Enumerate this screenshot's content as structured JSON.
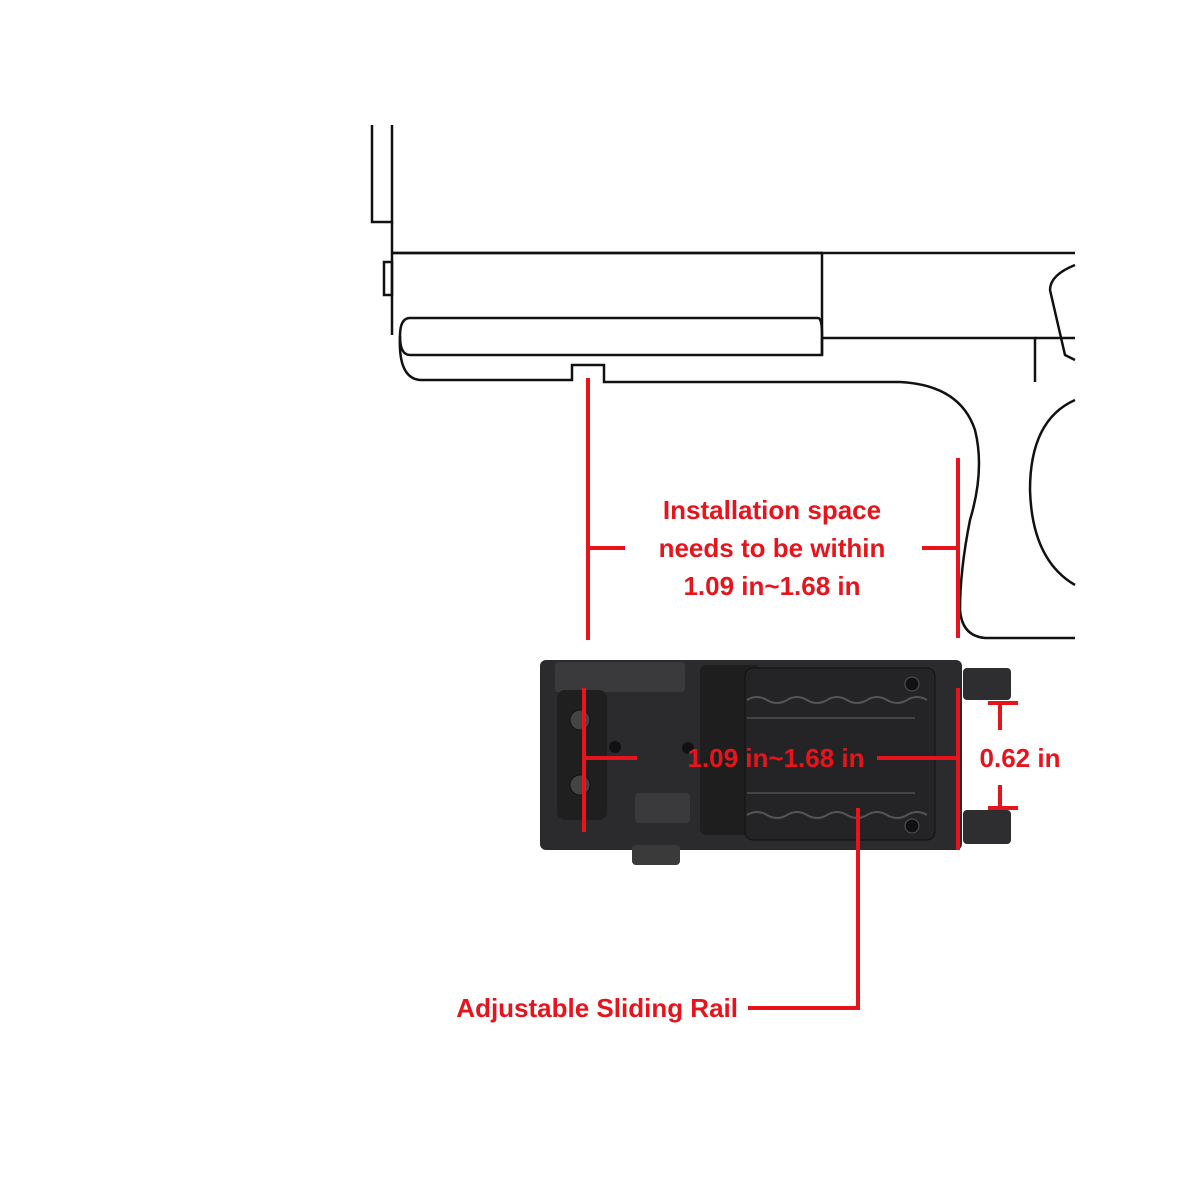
{
  "annotations": {
    "installation_line1": "Installation space",
    "installation_line2": "needs to be within",
    "installation_line3": "1.09 in~1.68 in",
    "mount_width": "1.09 in~1.68 in",
    "rail_height": "0.62 in",
    "rail_label": "Adjustable Sliding Rail"
  },
  "colors": {
    "annotation": "#e8141c",
    "outline": "#111111",
    "mount_body": "#2b2b2d"
  }
}
